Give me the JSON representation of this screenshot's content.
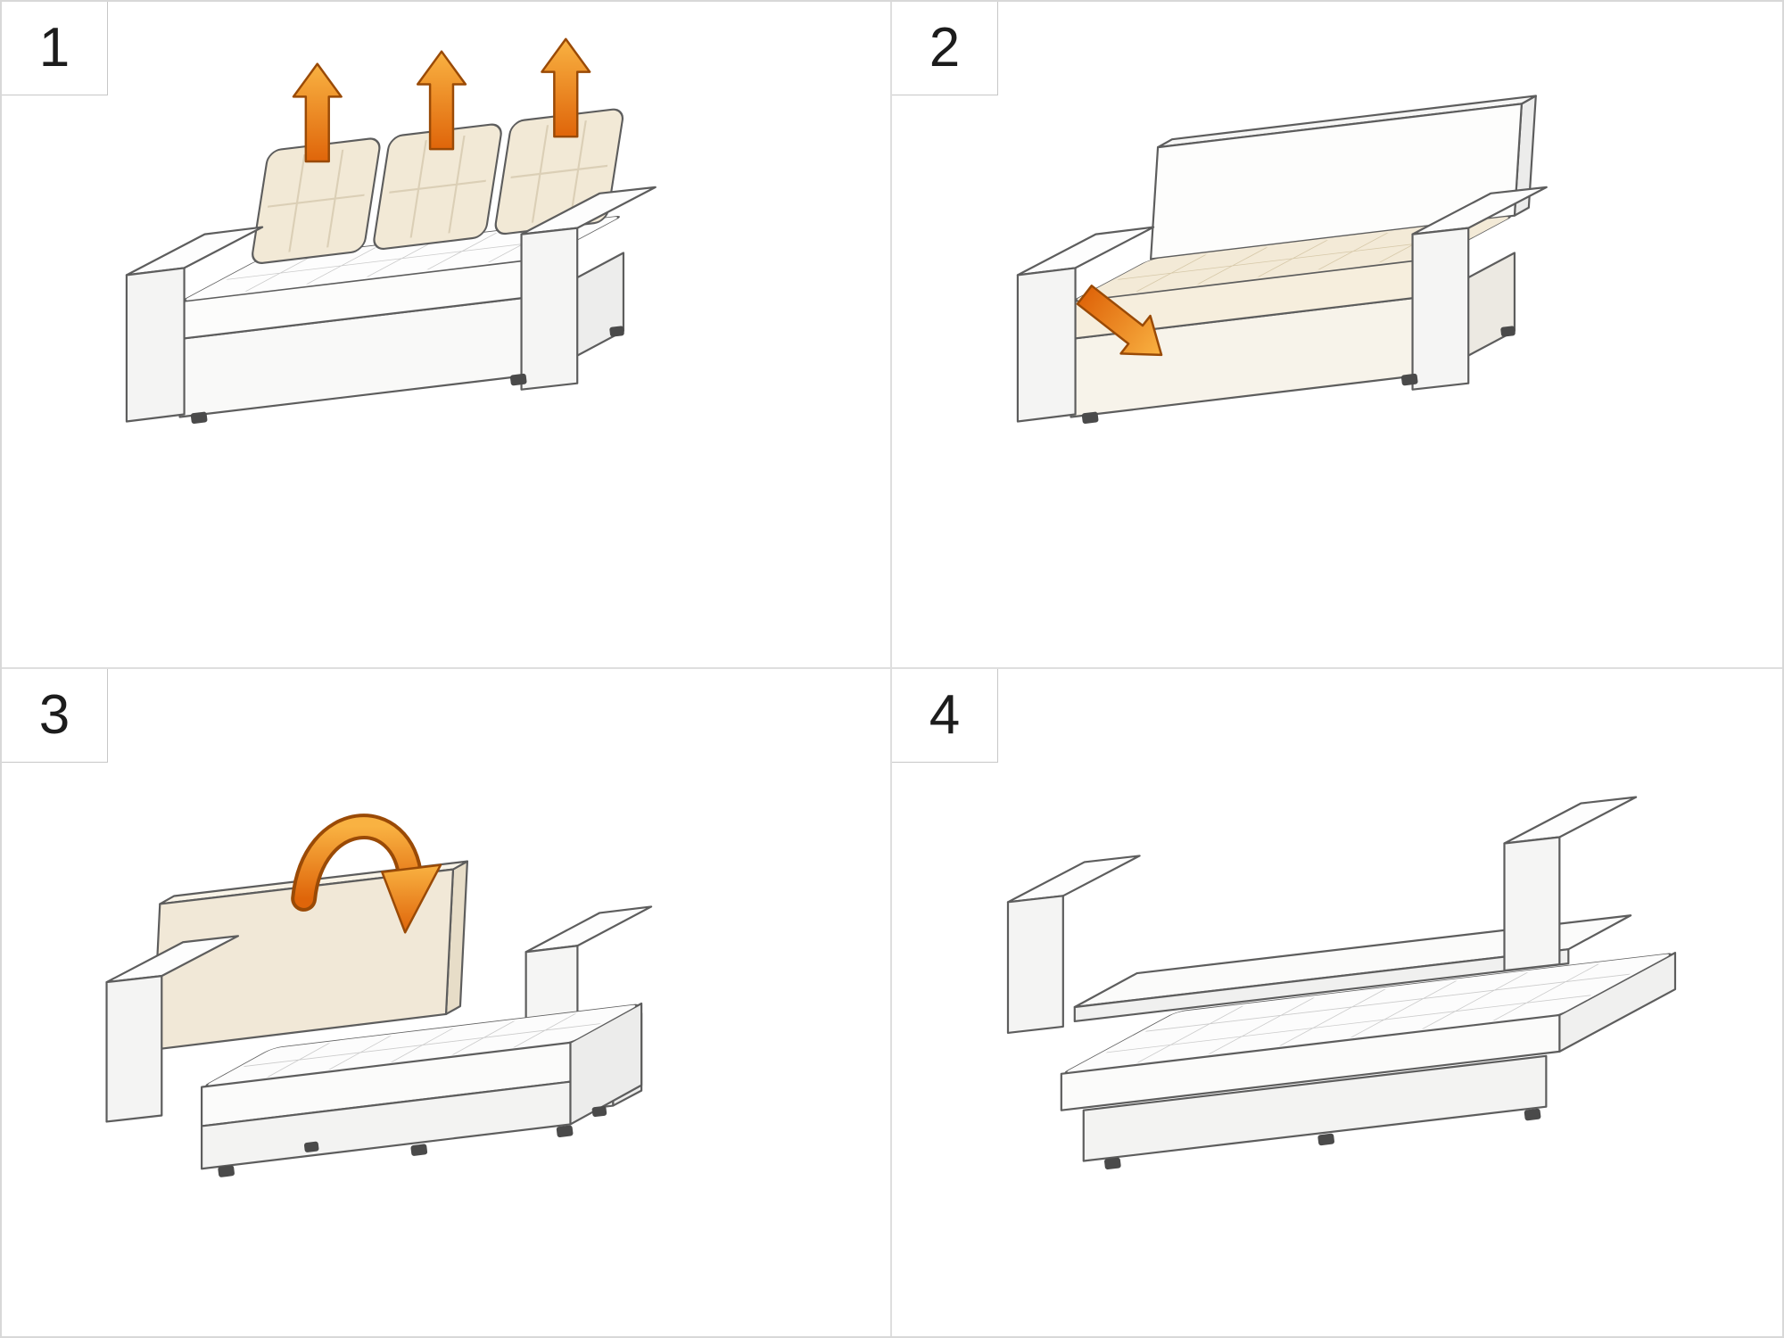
{
  "document": {
    "kind": "assembly-instruction-sheet",
    "subject": "sofa-bed conversion",
    "layout": "2x2-grid"
  },
  "colors": {
    "arrow_orange_light": "#f9b242",
    "arrow_orange_dark": "#df650a",
    "cushion_beige": "#f2e9d6",
    "sofa_white": "#fcfcfc",
    "outline_gray": "#5d5d5d",
    "grid_border": "#dedede"
  },
  "steps": [
    {
      "number": "1",
      "illustration": "sofa-with-back-cushions",
      "action_icons": [
        "arrow-up-icon",
        "arrow-up-icon",
        "arrow-up-icon"
      ],
      "depicts": "lift three back cushions off the sofa"
    },
    {
      "number": "2",
      "illustration": "sofa-without-back-cushions",
      "action_icons": [
        "arrow-pull-out-icon"
      ],
      "depicts": "pull seat frame outward"
    },
    {
      "number": "3",
      "illustration": "sofa-with-seat-pulled-out",
      "action_icons": [
        "arrow-fold-over-icon"
      ],
      "depicts": "fold backrest panel forward and down"
    },
    {
      "number": "4",
      "illustration": "sofa-converted-to-flat-bed",
      "action_icons": [],
      "depicts": "finished flat bed position"
    }
  ]
}
